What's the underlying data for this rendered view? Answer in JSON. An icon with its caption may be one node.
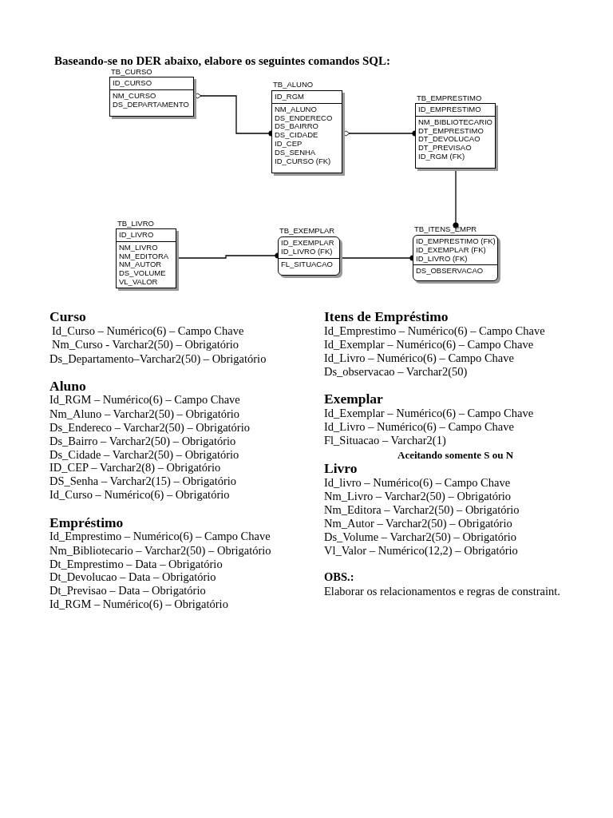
{
  "diagram": {
    "title": "Baseando-se no DER abaixo, elabore os seguintes comandos SQL:",
    "nodes": [
      {
        "text": [
          "TB_CURSO",
          "ID_CURSO",
          "NM_CURSO",
          "DS_DEPARTAMENTO"
        ]
      },
      {
        "text": [
          "TB_ALUNO",
          "ID_RGM",
          "NM_ALUNO",
          "DS_ENDERECO",
          "DS_BAIRRO",
          "DS_CIDADE",
          "ID_CEP",
          "DS_SENHA",
          "ID_CURSO (FK)"
        ]
      },
      {
        "text": [
          "TB_EMPRESTIMO",
          "ID_EMPRESTIMO",
          "NM_BIBLIOTECARIO",
          "DT_EMPRESTIMO",
          "DT_DEVOLUCAO",
          "DT_PREVISAO",
          "ID_RGM (FK)"
        ]
      },
      {
        "text": [
          "TB_LIVRO",
          "ID_LIVRO",
          "NM_LIVRO",
          "NM_EDITORA",
          "NM_AUTOR",
          "DS_VOLUME",
          "VL_VALOR"
        ]
      },
      {
        "text": [
          "TB_EXEMPLAR",
          "ID_EXEMPLAR",
          "ID_LIVRO (FK)",
          "FL_SITUACAO"
        ]
      },
      {
        "text": [
          "TB_ITENS_EMPR",
          "ID_EMPRESTIMO (FK)",
          "ID_EXEMPLAR (FK)",
          "ID_LIVRO (FK)",
          "DS_OBSERVACAO"
        ]
      }
    ],
    "edges": [
      {
        "from": 0,
        "to": 1,
        "arrow": "other"
      },
      {
        "from": 1,
        "to": 2,
        "arrow": "other"
      },
      {
        "from": 2,
        "to": 5,
        "arrow": "other"
      },
      {
        "from": 3,
        "to": 4,
        "arrow": "other"
      },
      {
        "from": 4,
        "to": 5,
        "arrow": "other"
      }
    ],
    "labels": [
      "Curso",
      "Id_Curso – Numérico(6) – Campo Chave",
      "Nm_Curso - Varchar2(50) – Obrigatório",
      "Ds_Departamento–Varchar2(50) – Obrigatório",
      "Aluno",
      "Id_RGM – Numérico(6) – Campo Chave",
      "Nm_Aluno – Varchar2(50) – Obrigatório",
      "Ds_Endereco – Varchar2(50) – Obrigatório",
      "Ds_Bairro – Varchar2(50) – Obrigatório",
      "Ds_Cidade – Varchar2(50) – Obrigatório",
      "ID_CEP – Varchar2(8) – Obrigatório",
      "DS_Senha – Varchar2(15) – Obrigatório",
      "Id_Curso – Numérico(6) – Obrigatório",
      "Empréstimo",
      "Id_Emprestimo – Numérico(6) – Campo Chave",
      "Nm_Bibliotecario – Varchar2(50) – Obrigatório",
      "Dt_Emprestimo – Data – Obrigatório",
      "Dt_Devolucao – Data – Obrigatório",
      "Dt_Previsao – Data – Obrigatório",
      "Id_RGM – Numérico(6) – Obrigatório",
      "Itens de Empréstimo",
      "Id_Emprestimo – Numérico(6) – Campo Chave",
      "Id_Exemplar – Numérico(6) – Campo Chave",
      "Id_Livro – Numérico(6) – Campo Chave",
      "Ds_observacao – Varchar2(50)",
      "Exemplar",
      "Id_Exemplar – Numérico(6) – Campo Chave",
      "Id_Livro – Numérico(6) – Campo Chave",
      "Fl_Situacao – Varchar2(1)",
      "Aceitando somente S ou N",
      "Livro",
      "Id_livro – Numérico(6) – Campo Chave",
      "Nm_Livro – Varchar2(50) – Obrigatório",
      "Nm_Editora – Varchar2(50) – Obrigatório",
      "Nm_Autor – Varchar2(50) – Obrigatório",
      "Ds_Volume – Varchar2(50) – Obrigatório",
      "Vl_Valor – Numérico(12,2) – Obrigatório",
      "OBS.:",
      "Elaborar os relacionamentos e regras de constraint."
    ]
  }
}
